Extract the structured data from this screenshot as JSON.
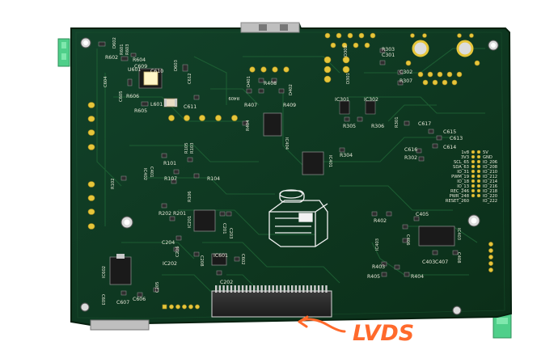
{
  "board": {
    "colors": {
      "soldermask": "#0f3a1f",
      "soldermask_dark": "#0a2a15",
      "copper_trace": "#1d5a30",
      "silkscreen": "#e8e8d8",
      "gold_pad": "#e6c53a",
      "connector_body": "#2a2a2a",
      "annotation": "#ff6a2c",
      "green_terminal": "#4fcf8a"
    },
    "labels": {
      "r602": "R602",
      "r603": "R603",
      "r601": "R601",
      "d602": "D602",
      "r604": "R604",
      "c609": "C609",
      "d603": "D603",
      "c612": "C612",
      "u601": "U601",
      "c610": "C610",
      "c604": "C604",
      "c605": "C605",
      "r606": "R606",
      "r605": "R605",
      "l601": "L601",
      "c611": "C611",
      "d302": "D302",
      "r303": "R303",
      "c301": "C301",
      "c302": "C302",
      "r307": "R307",
      "d301": "D301",
      "r408": "R408",
      "d401": "D401",
      "r409_top": "R409",
      "d402": "D402",
      "r407": "R407",
      "r409": "R409",
      "ic301": "IC301",
      "ic302": "IC302",
      "r305": "R305",
      "r306": "R306",
      "r301": "R301",
      "c617": "C617",
      "c615": "C615",
      "c613": "C613",
      "c616": "C616",
      "c614": "C614",
      "r302": "R302",
      "ic404": "IC404",
      "r404b": "R404",
      "r304": "R304",
      "ic401": "IC401",
      "r105": "R105",
      "r103": "R103",
      "r101": "R101",
      "c401": "C401",
      "ic402": "IC402",
      "r107": "R107",
      "r106": "R106",
      "r104": "R104",
      "r102": "R102",
      "ic201": "IC201",
      "c201": "C201",
      "c203": "C203",
      "r202": "R202",
      "r201": "R201",
      "c204": "C204",
      "c206": "C206",
      "ic202": "IC202",
      "c208": "C208",
      "ic601": "IC601",
      "c602": "C602",
      "c202": "C202",
      "ic602": "IC602",
      "c603": "C603",
      "c607": "C607",
      "c606": "C606",
      "c205": "C205",
      "r402": "R402",
      "c405": "C405",
      "ic403": "IC403",
      "c406": "C406",
      "ic403b": "IC403",
      "r403": "R403",
      "c403": "C403",
      "c407": "C407",
      "c408": "C408",
      "r405": "R405",
      "r404": "R404",
      "pin_header": [
        {
          "name": "1v8",
          "value": "5V"
        },
        {
          "name": "3V3",
          "value": "GND"
        },
        {
          "name": "SCL_65",
          "value": "IO_206"
        },
        {
          "name": "SDA_63",
          "value": "IO_208"
        },
        {
          "name": "IO_31",
          "value": "IO_210"
        },
        {
          "name": "PWM_19",
          "value": "IO_212"
        },
        {
          "name": "IO_18",
          "value": "IO_214"
        },
        {
          "name": "IO_13",
          "value": "IO_216"
        },
        {
          "name": "REC_246",
          "value": "IO_218"
        },
        {
          "name": "PWR_248",
          "value": "IO_220"
        },
        {
          "name": "RESET_260",
          "value": "IO_222"
        }
      ]
    }
  },
  "annotation": {
    "text": "LVDS"
  }
}
